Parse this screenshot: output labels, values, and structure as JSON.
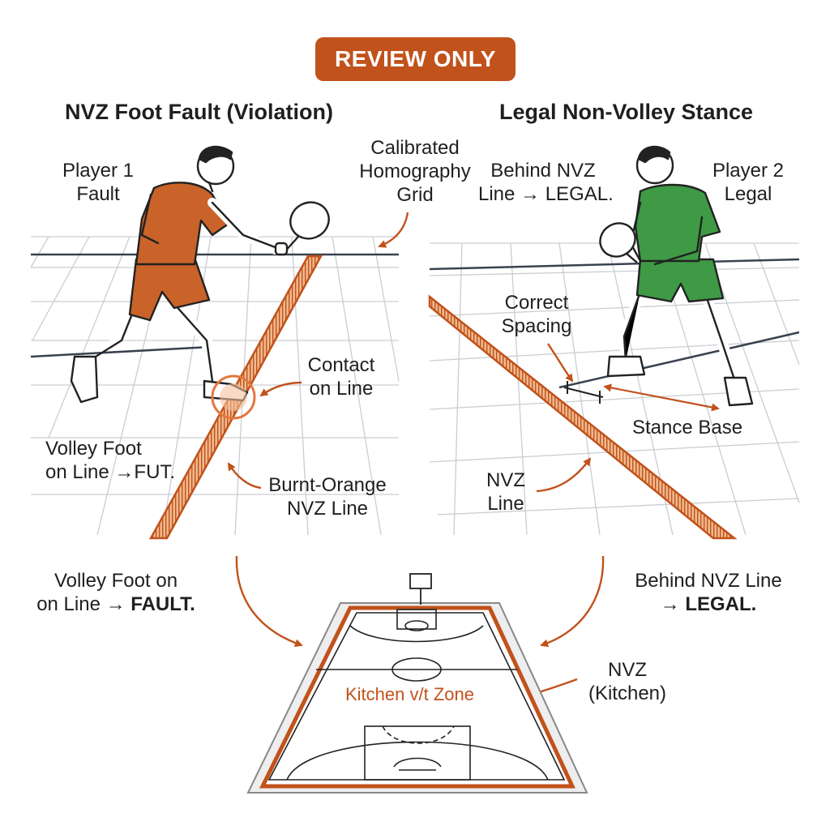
{
  "badge": "REVIEW ONLY",
  "left_panel": {
    "title": "NVZ Foot Fault (Violation)",
    "player_label": [
      "Player 1",
      "Fault"
    ],
    "contact_label": [
      "Contact",
      "on Line"
    ],
    "foot_label": [
      "Volley Foot",
      "on Line →FUT."
    ],
    "line_label": [
      "Burnt-Orange",
      "NVZ Line"
    ]
  },
  "right_panel": {
    "title": "Legal Non-Volley Stance",
    "grid_label": [
      "Calibrated",
      "Homography",
      "Grid"
    ],
    "behind_label": [
      "Behind NVZ",
      "Line → LEGAL."
    ],
    "player_label": [
      "Player 2",
      "Legal"
    ],
    "spacing_label": [
      "Correct",
      "Spacing"
    ],
    "stance_label": "Stance Base",
    "line_label": [
      "NVZ",
      "Line"
    ]
  },
  "bottom": {
    "left_label_1": "Volley Foot on",
    "left_label_2a": "on Line → ",
    "left_label_2b": "FAULT.",
    "right_label_1": "Behind NVZ Line",
    "right_label_2a": "→ ",
    "right_label_2b": "LEGAL.",
    "kitchen_label": "Kitchen v/t Zone",
    "nvz_label": [
      "NVZ",
      "(Kitchen)"
    ]
  },
  "colors": {
    "accent": "#c1521b",
    "player1": "#c9632a",
    "player2": "#3f9a45",
    "ink": "#222222",
    "grid": "#c9cdd2"
  },
  "icons": [
    "paddle-icon",
    "arrow-icon"
  ]
}
